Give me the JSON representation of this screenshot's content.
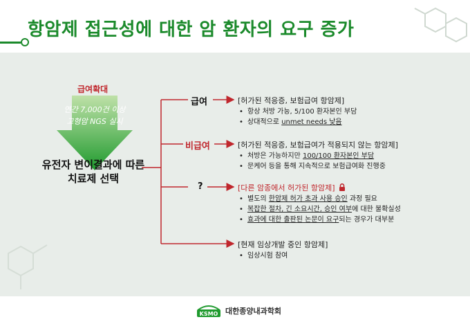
{
  "slide": {
    "title": "항암제 접근성에 대한 암 환자의 요구 증가",
    "colors": {
      "title_green": "#1b8a2b",
      "accent_red": "#c0272d",
      "content_bg": "#e8ede9"
    }
  },
  "left": {
    "top_tag": "급여확대",
    "arrow_line1": "연간 7,000건 이상",
    "arrow_line2": "고형암 NGS 실시",
    "main_line1": "유전자 변이결과에 따른",
    "main_line2": "치료제 선택"
  },
  "branches": [
    {
      "label": "급여",
      "heading": "[허가된 적응증, 보험급여 항암제]",
      "items": [
        {
          "pre": "항상 처방 가능, 5/100 환자본인 부담",
          "u": "",
          "post": ""
        },
        {
          "pre": "상대적으로 ",
          "u": "unmet needs 낮음",
          "post": ""
        }
      ]
    },
    {
      "label": "비급여",
      "heading": "[허가된 적응증, 보험급여가 적용되지 않는 항암제]",
      "items": [
        {
          "pre": "처방은 가능하지만 ",
          "u": "100/100 환자본인 부담",
          "post": ""
        },
        {
          "pre": "문케어 등을 통해 지속적으로 보험급여화 진행중",
          "u": "",
          "post": ""
        }
      ]
    },
    {
      "label": "?",
      "heading": "[다른 암종에서 허가된 항암제]",
      "lock_icon": "lock-icon",
      "items": [
        {
          "pre": "별도의 ",
          "u": "한암제 허가 초과 사용 승인",
          "post": " 과정 필요"
        },
        {
          "pre": "",
          "u": "복잡한 절차, 긴 소요시간, 승인 여부",
          "post": "에 대한 불확실성"
        },
        {
          "pre": "",
          "u": "효과에 대한 출판된 논문이 요구",
          "post": "되는 경우가 대부분"
        }
      ]
    },
    {
      "label": "",
      "heading": "[현재 임상개발 중인 항암제]",
      "items": [
        {
          "pre": "임상시험 참여",
          "u": "",
          "post": ""
        }
      ]
    }
  ],
  "footer": {
    "logo_text": "KSMO",
    "org_name": "대한종양내과학회"
  }
}
